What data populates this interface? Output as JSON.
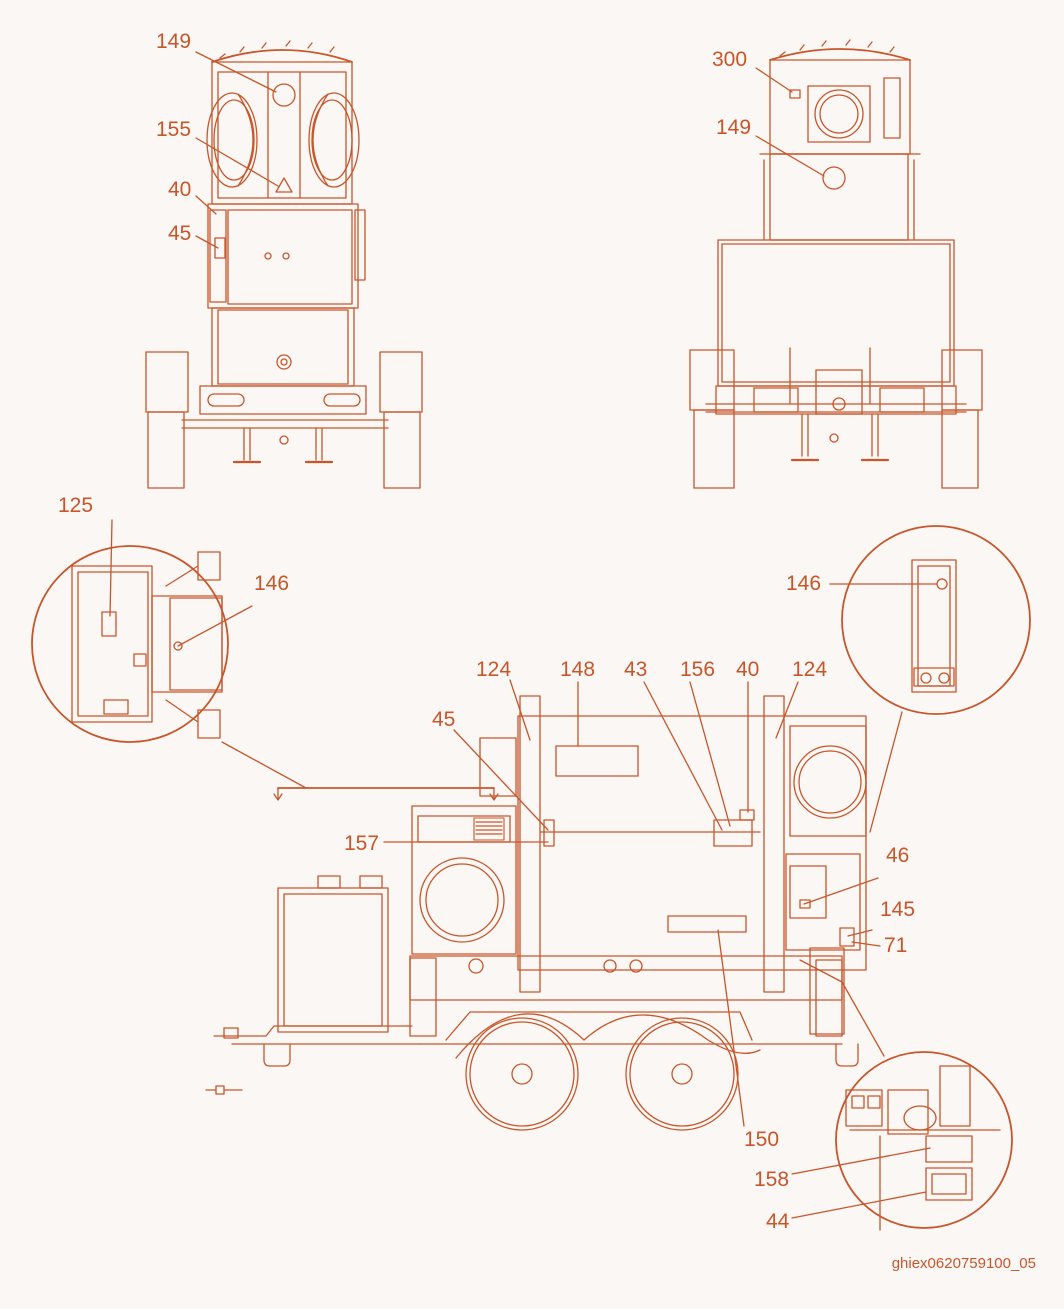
{
  "diagram": {
    "line_color": "#c8562b",
    "background_color": "#fbf7f4",
    "drawing_code": "ghiex0620759100_05",
    "views": [
      {
        "name": "front-view",
        "callouts": [
          "149",
          "155",
          "40",
          "45"
        ]
      },
      {
        "name": "rear-view",
        "callouts": [
          "300",
          "149"
        ]
      },
      {
        "name": "side-view",
        "callouts": [
          "124",
          "148",
          "43",
          "156",
          "40",
          "124",
          "45",
          "157",
          "46",
          "145",
          "71",
          "150"
        ]
      },
      {
        "name": "detail-left",
        "callouts": [
          "125",
          "146"
        ]
      },
      {
        "name": "detail-right",
        "callouts": [
          "146"
        ]
      },
      {
        "name": "detail-bottom",
        "callouts": [
          "158",
          "44"
        ]
      }
    ]
  },
  "callouts": {
    "front_149": "149",
    "front_155": "155",
    "front_40": "40",
    "front_45": "45",
    "rear_300": "300",
    "rear_149": "149",
    "detail_left_125": "125",
    "detail_left_146": "146",
    "detail_right_146": "146",
    "side_124_left": "124",
    "side_148": "148",
    "side_43": "43",
    "side_156": "156",
    "side_40": "40",
    "side_124_right": "124",
    "side_45": "45",
    "side_157": "157",
    "side_46": "46",
    "side_145": "145",
    "side_71": "71",
    "side_150": "150",
    "detail_bottom_158": "158",
    "detail_bottom_44": "44"
  }
}
